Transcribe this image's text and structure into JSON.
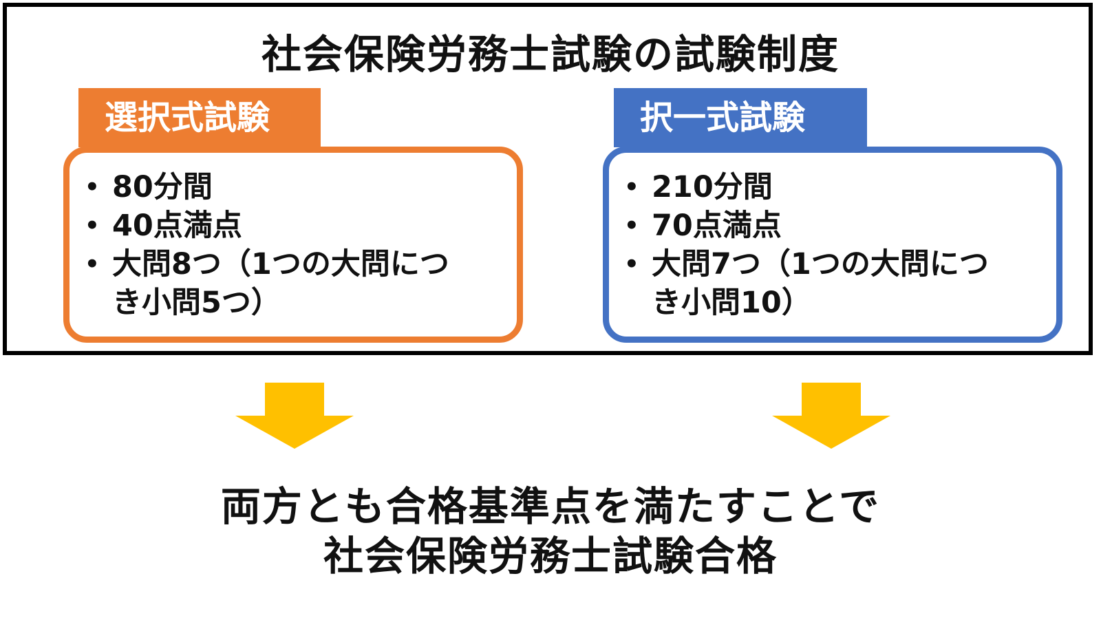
{
  "title": "社会保険労務士試験の試験制度",
  "colors": {
    "left_accent": "#ED7D31",
    "right_accent": "#4472C4",
    "arrow": "#FFC000",
    "frame": "#000000"
  },
  "left": {
    "tab_label": "選択式試験",
    "items": [
      "80分間",
      "40点満点",
      "大問8つ（1つの大問につ\nき小問5つ）"
    ]
  },
  "right": {
    "tab_label": "択一式試験",
    "items": [
      "210分間",
      "70点満点",
      "大問7つ（1つの大問につ\nき小問10）"
    ]
  },
  "arrows": {
    "icon": "down-arrow-icon"
  },
  "conclusion": {
    "line1": "両方とも合格基準点を満たすことで",
    "line2": "社会保険労務士試験合格"
  }
}
